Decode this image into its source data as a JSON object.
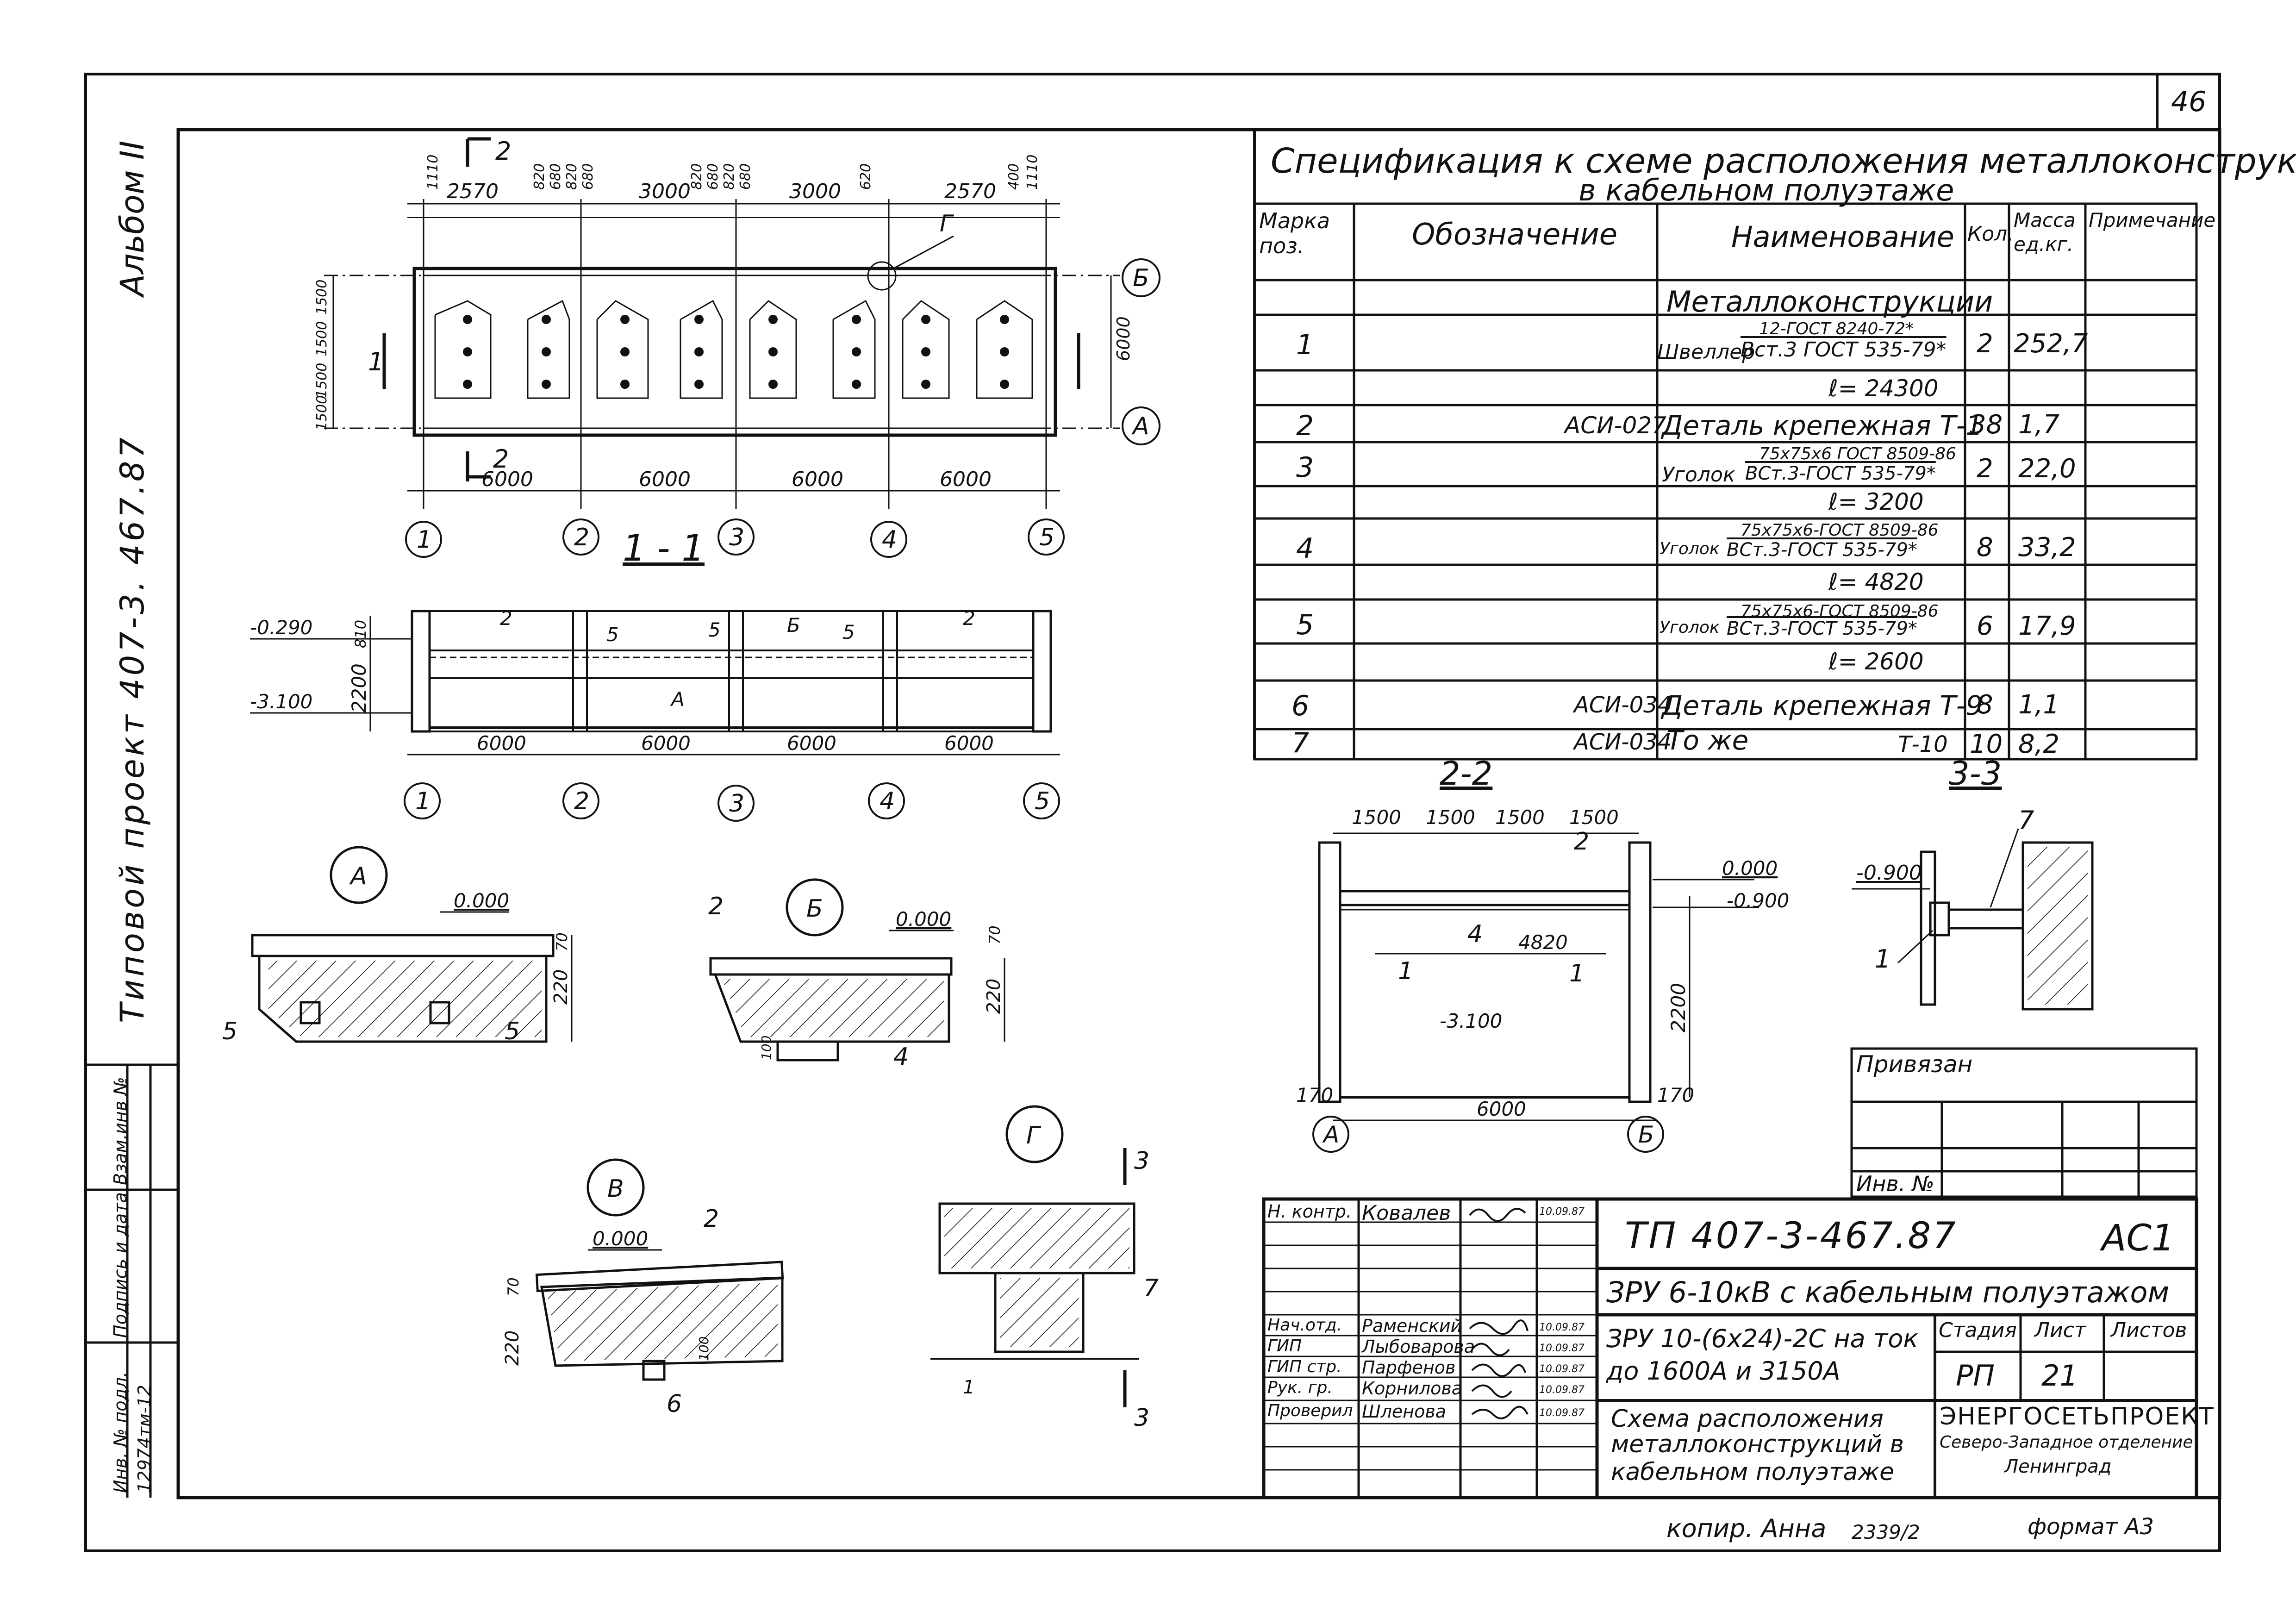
{
  "sheet_number": "46",
  "album": "Альбом II",
  "project_vertical": "Типовой проект 407-3. 467.87",
  "left_stamp": {
    "labels": [
      "Инв. № подл.",
      "Подпись и дата",
      "Взам.инв №"
    ],
    "inv_value": "12974тм-12"
  },
  "spec": {
    "title_line1": "Спецификация к схеме расположения металлоконструкций",
    "title_line2": "в кабельном полуэтаже",
    "headers": [
      "Марка поз.",
      "Обозначение",
      "Наименование",
      "Кол.",
      "Масса ед.кг.",
      "Примечание"
    ],
    "group_title": "Металлоконструкции",
    "rows": [
      {
        "pos": "1",
        "designation": "",
        "name_top": "12-ГОСТ 8240-72*",
        "name_main": "Швеллер",
        "name_bottom": "Вст.3 ГОСТ 535-79*",
        "length": "ℓ= 24300",
        "qty": "2",
        "mass": "252,7"
      },
      {
        "pos": "2",
        "designation": "АСИ-027",
        "name_main": "Деталь крепежная Т-1",
        "qty": "38",
        "mass": "1,7"
      },
      {
        "pos": "3",
        "designation": "",
        "name_top": "75х75х6 ГОСТ 8509-86",
        "name_main": "Уголок",
        "name_bottom": "ВСт.3-ГОСТ 535-79*",
        "length": "ℓ= 3200",
        "qty": "2",
        "mass": "22,0"
      },
      {
        "pos": "4",
        "designation": "",
        "name_top": "75х75х6-ГОСТ 8509-86",
        "name_main": "Уголок",
        "name_bottom": "ВСт.3-ГОСТ 535-79*",
        "length": "ℓ= 4820",
        "qty": "8",
        "mass": "33,2"
      },
      {
        "pos": "5",
        "designation": "",
        "name_top": "75х75х6-ГОСТ 8509-86",
        "name_main": "Уголок",
        "name_bottom": "ВСт.3-ГОСТ 535-79*",
        "length": "ℓ= 2600",
        "qty": "6",
        "mass": "17,9"
      },
      {
        "pos": "6",
        "designation": "АСИ-034",
        "name_main": "Деталь крепежная Т-9",
        "qty": "8",
        "mass": "1,1"
      },
      {
        "pos": "7",
        "designation": "АСИ-034",
        "name_main": "То же",
        "name_suffix": "Т-10",
        "qty": "10",
        "mass": "8,2"
      }
    ]
  },
  "plan": {
    "top_dims": [
      "2570",
      "3000",
      "3000",
      "2570"
    ],
    "small_dims": [
      "1110",
      "820",
      "680",
      "820",
      "680",
      "820",
      "680",
      "820",
      "680",
      "620",
      "400",
      "1110"
    ],
    "bottom_dims": [
      "6000",
      "6000",
      "6000",
      "6000"
    ],
    "axes": [
      "1",
      "2",
      "3",
      "4",
      "5"
    ],
    "axis_rows": [
      "Б",
      "А"
    ],
    "side_dim": "6000",
    "left_dims": [
      "1500",
      "1500",
      "1500",
      "1500"
    ],
    "cut_marks": [
      "1",
      "2",
      "2"
    ],
    "mark_g": "Г"
  },
  "section11": {
    "title": "1 - 1",
    "levels": [
      "-0.290",
      "-3.100"
    ],
    "dims_h": [
      "810",
      "2200"
    ],
    "bottom_dims": [
      "6000",
      "6000",
      "6000",
      "6000"
    ],
    "axes": [
      "1",
      "2",
      "3",
      "4",
      "5"
    ],
    "labels": [
      "2",
      "5",
      "5",
      "Б",
      "5",
      "2",
      "А"
    ]
  },
  "section22": {
    "title": "2-2",
    "top_dims": [
      "1500",
      "1500",
      "1500",
      "1500"
    ],
    "levels": [
      "0.000",
      "-0.900",
      "-3.100"
    ],
    "dim_4820": "4820",
    "dim_2200": "2200",
    "dim_6000": "6000",
    "edge_dims": [
      "170",
      "170"
    ],
    "axes": [
      "А",
      "Б"
    ],
    "labels": [
      "2",
      "4",
      "1",
      "1"
    ]
  },
  "section33": {
    "title": "3-3",
    "level": "-0.900",
    "labels": [
      "7",
      "1"
    ]
  },
  "nodeA": {
    "mark": "А",
    "level": "0.000",
    "dims": [
      "70",
      "220"
    ],
    "labels": [
      "5",
      "5"
    ]
  },
  "nodeB": {
    "mark": "Б",
    "level": "0.000",
    "dims": [
      "70",
      "220",
      "100"
    ],
    "labels": [
      "2",
      "4"
    ]
  },
  "nodeV": {
    "mark": "В",
    "level": "0.000",
    "dims": [
      "220",
      "70",
      "100"
    ],
    "labels": [
      "2",
      "6"
    ]
  },
  "nodeG": {
    "mark": "Г",
    "labels": [
      "3",
      "7",
      "1",
      "3"
    ]
  },
  "privyazan": {
    "label": "Привязан",
    "inv": "Инв. №"
  },
  "title_block": {
    "doc_code": "ТП 407-3-467.87",
    "mark": "АС1",
    "object": "ЗРУ 6-10кВ с кабельным полуэтажом",
    "subject_line1": "ЗРУ 10-(6х24)-2С на ток",
    "subject_line2": "до 1600А и 3150А",
    "stage_headers": [
      "Стадия",
      "Лист",
      "Листов"
    ],
    "stage": "РП",
    "sheet": "21",
    "sheets": "",
    "drawing_line1": "Схема расположения",
    "drawing_line2": "металлоконструкций в",
    "drawing_line3": "кабельном полуэтаже",
    "org_line1": "ЭНЕРГОСЕТЬПРОЕКТ",
    "org_line2": "Северо-Западное отделение",
    "org_line3": "Ленинград",
    "people": [
      {
        "role": "Н. контр.",
        "name": "Ковалев",
        "date": "10.09.87"
      },
      {
        "role": "",
        "name": "",
        "date": ""
      },
      {
        "role": "",
        "name": "",
        "date": ""
      },
      {
        "role": "",
        "name": "",
        "date": ""
      },
      {
        "role": "Нач.отд.",
        "name": "Раменский",
        "date": "10.09.87"
      },
      {
        "role": "ГИП",
        "name": "Лыбоварова",
        "date": "10.09.87"
      },
      {
        "role": "ГИП стр.",
        "name": "Парфенов",
        "date": "10.09.87"
      },
      {
        "role": "Рук. гр.",
        "name": "Корнилова",
        "date": "10.09.87"
      },
      {
        "role": "Проверил",
        "name": "Шленова",
        "date": "10.09.87"
      }
    ]
  },
  "footer": {
    "copy": "копир. Анна",
    "number": "2339/2",
    "format": "формат А3"
  }
}
